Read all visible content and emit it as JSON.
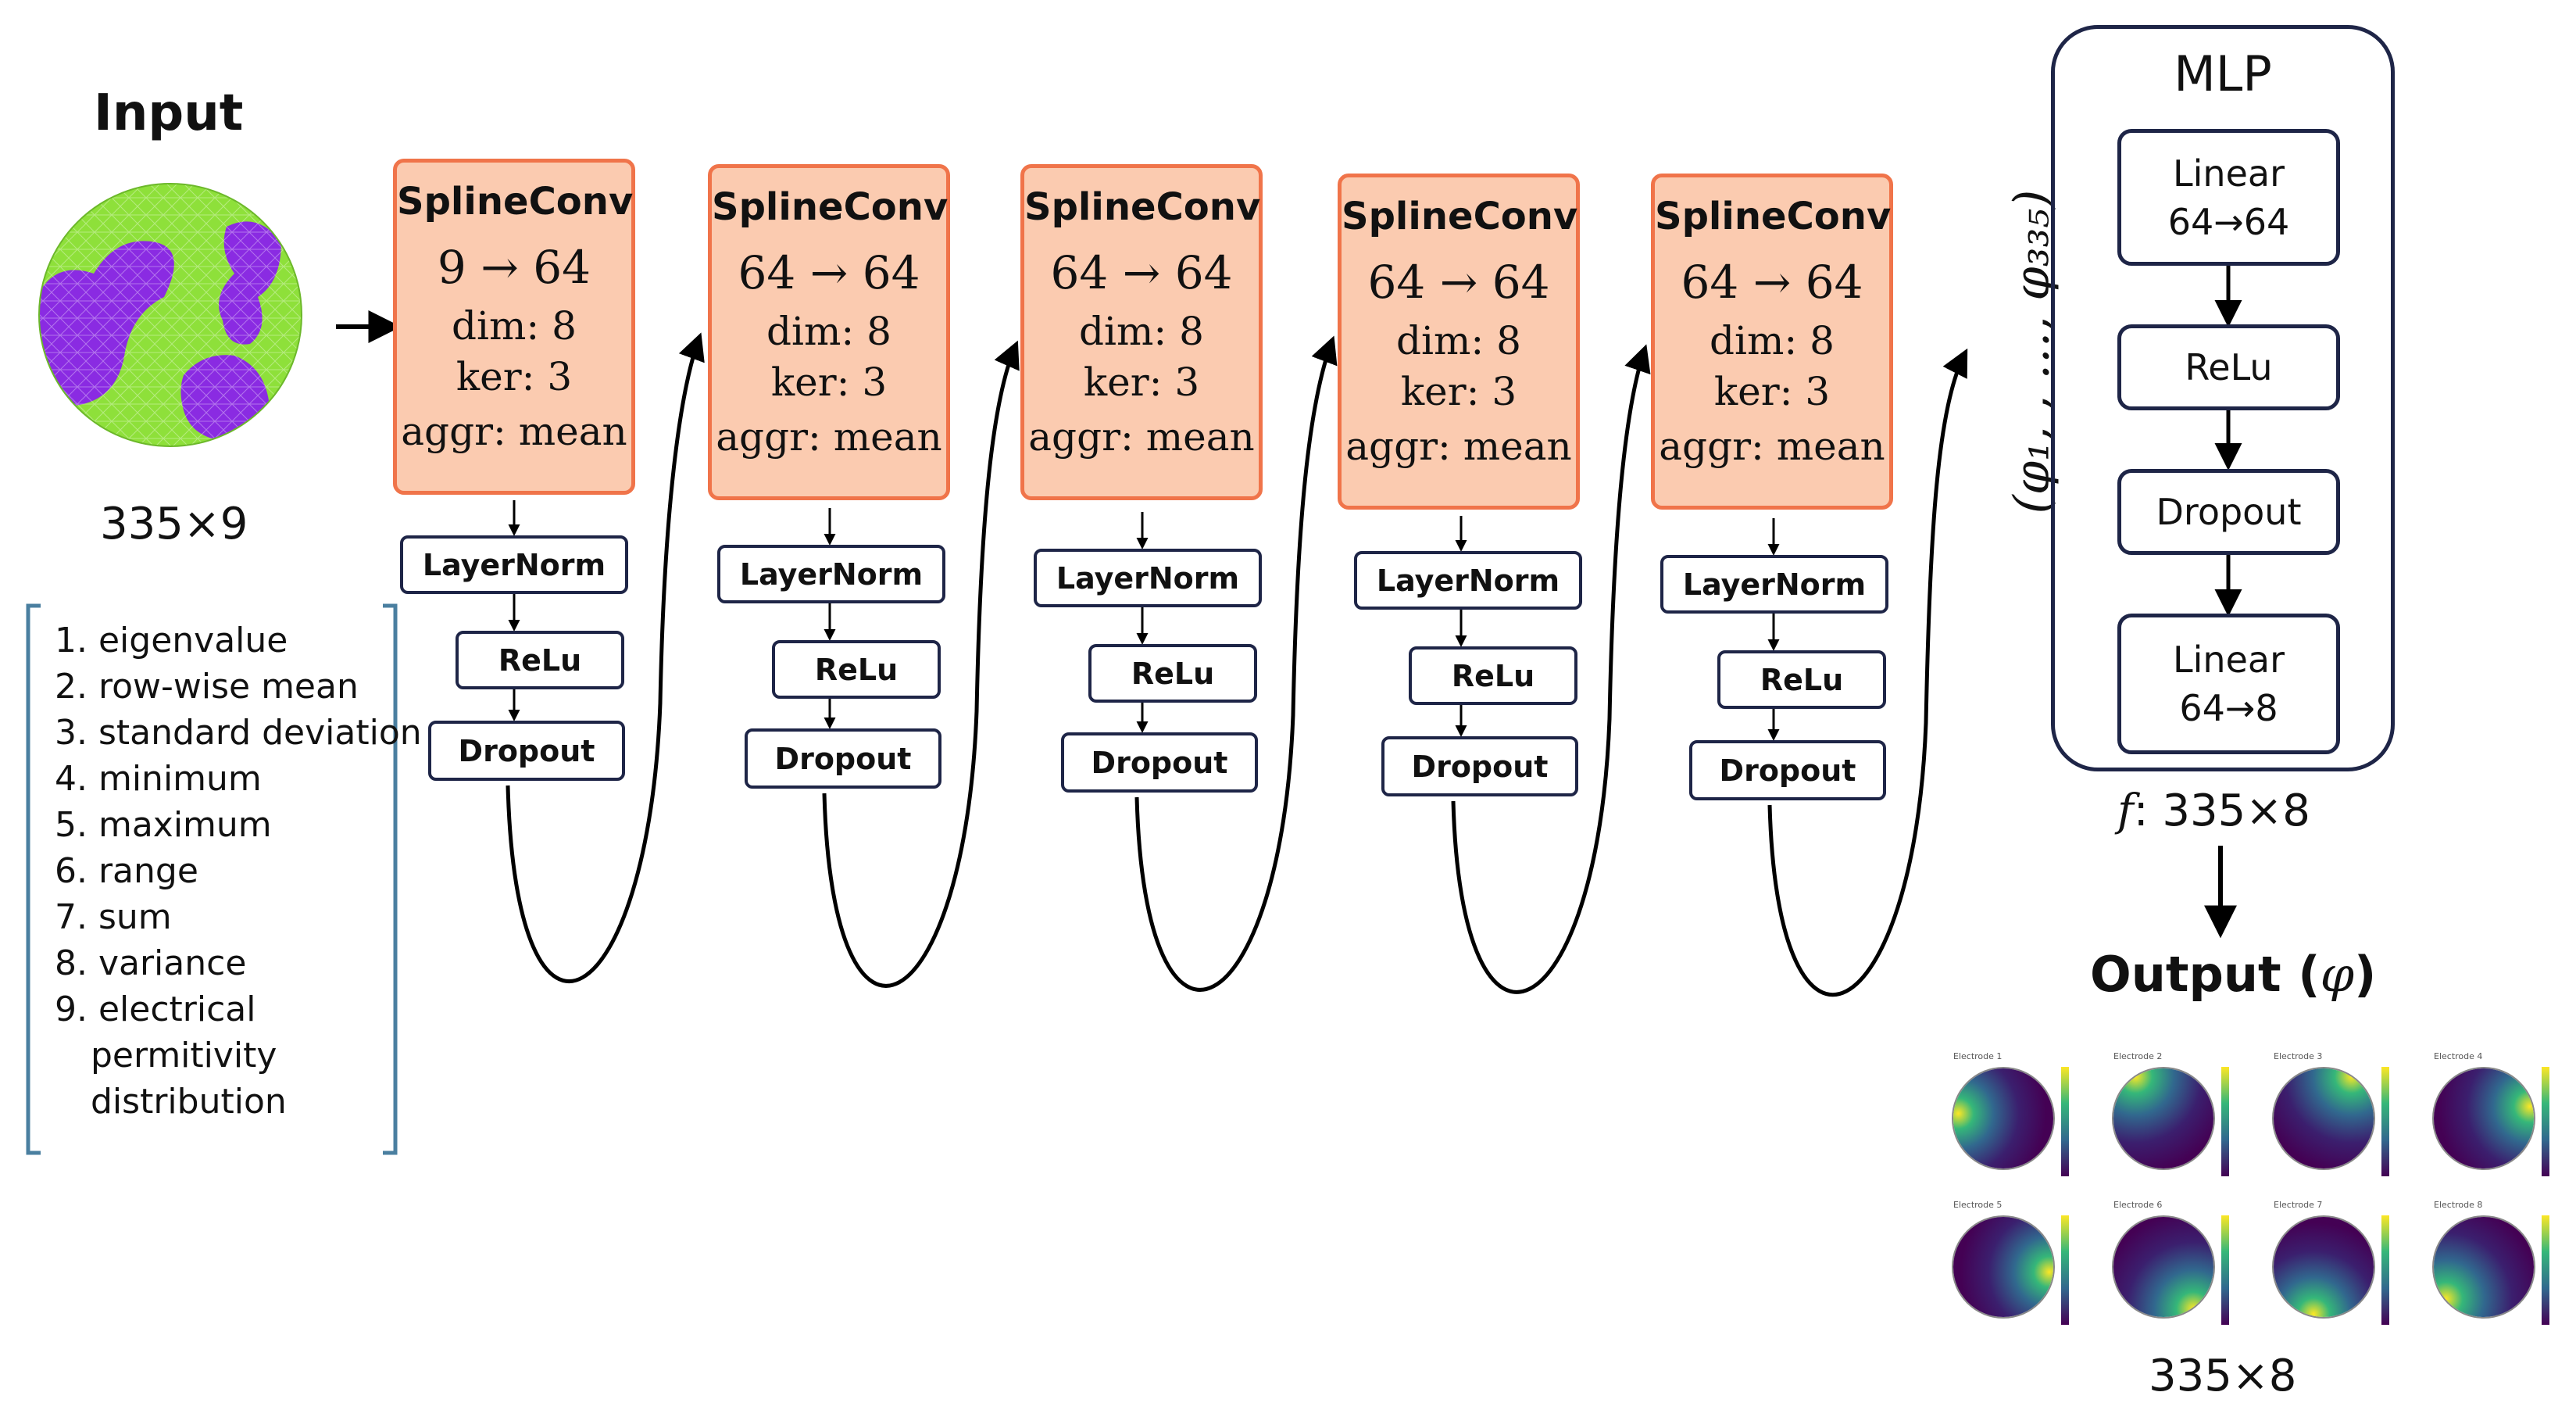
{
  "input": {
    "title": "Input",
    "dims": "335×9",
    "features": [
      "1. eigenvalue",
      "2. row-wise mean",
      "3. standard deviation",
      "4. minimum",
      "5. maximum",
      "6. range",
      "7. sum",
      "8. variance",
      "9. electrical",
      "permitivity",
      "distribution"
    ]
  },
  "conv_blocks": [
    {
      "title": "SplineConv",
      "channels": "9 → 64",
      "dim": "dim: 8",
      "ker": "ker: 3",
      "aggr": "aggr: mean"
    },
    {
      "title": "SplineConv",
      "channels": "64 → 64",
      "dim": "dim: 8",
      "ker": "ker: 3",
      "aggr": "aggr: mean"
    },
    {
      "title": "SplineConv",
      "channels": "64 → 64",
      "dim": "dim: 8",
      "ker": "ker: 3",
      "aggr": "aggr: mean"
    },
    {
      "title": "SplineConv",
      "channels": "64 → 64",
      "dim": "dim: 8",
      "ker": "ker: 3",
      "aggr": "aggr: mean"
    },
    {
      "title": "SplineConv",
      "channels": "64 → 64",
      "dim": "dim: 8",
      "ker": "ker: 3",
      "aggr": "aggr: mean"
    }
  ],
  "layers": {
    "norm": "LayerNorm",
    "act": "ReLu",
    "drop": "Dropout"
  },
  "phi_vector": "(φ₁, , …, φ₃₃₅)",
  "mlp": {
    "title": "MLP",
    "layers": [
      {
        "name": "Linear",
        "shape": "64→64"
      },
      {
        "name": "ReLu",
        "shape": ""
      },
      {
        "name": "Dropout",
        "shape": ""
      },
      {
        "name": "Linear",
        "shape": "64→8"
      }
    ]
  },
  "f_label": {
    "symbol": "f",
    "dims": ": 335×8"
  },
  "output": {
    "title": "Output (",
    "symbol": "φ",
    "close": ")",
    "dims": "335×8",
    "panels": [
      "Electrode 1",
      "Electrode 2",
      "Electrode 3",
      "Electrode 4",
      "Electrode 5",
      "Electrode 6",
      "Electrode 7",
      "Electrode 8"
    ]
  },
  "colors": {
    "conv_fill": "#fbcbb0",
    "conv_border": "#f0744a",
    "box_border": "#1e2547",
    "mesh_green": "#8ee03a",
    "mesh_purple": "#8a2be2",
    "bracket": "#4a7fa0"
  }
}
